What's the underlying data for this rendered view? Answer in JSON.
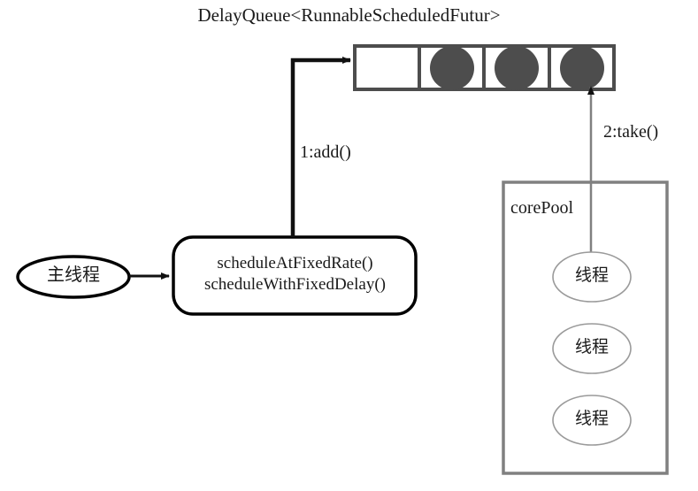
{
  "diagram": {
    "title": "DelayQueue<RunnableScheduledFutur>",
    "queue": {
      "name": "delay-queue",
      "cell_count": 4,
      "cells": [
        {
          "filled": false,
          "task": ""
        },
        {
          "filled": true,
          "task": ""
        },
        {
          "filled": true,
          "task": ""
        },
        {
          "filled": true,
          "task": ""
        }
      ],
      "border_color": "#4d4d4d",
      "task_color": "#4d4d4d"
    },
    "main_thread": {
      "label": "主线程",
      "shape": "ellipse",
      "border_color": "#000000"
    },
    "scheduler_box": {
      "lines": [
        "scheduleAtFixedRate()",
        "scheduleWithFixedDelay()"
      ],
      "shape": "rounded-rectangle",
      "border_color": "#000000"
    },
    "core_pool": {
      "label": "corePool",
      "border_color": "#808080",
      "workers": [
        {
          "label": "线程"
        },
        {
          "label": "线程"
        },
        {
          "label": "线程"
        }
      ]
    },
    "arrows": [
      {
        "id": "main-to-scheduler",
        "label": "",
        "color": "#000000"
      },
      {
        "id": "add-arrow",
        "label": "1:add()",
        "color": "#000000"
      },
      {
        "id": "take-arrow",
        "label": "2:take()",
        "color": "#666666"
      }
    ]
  }
}
